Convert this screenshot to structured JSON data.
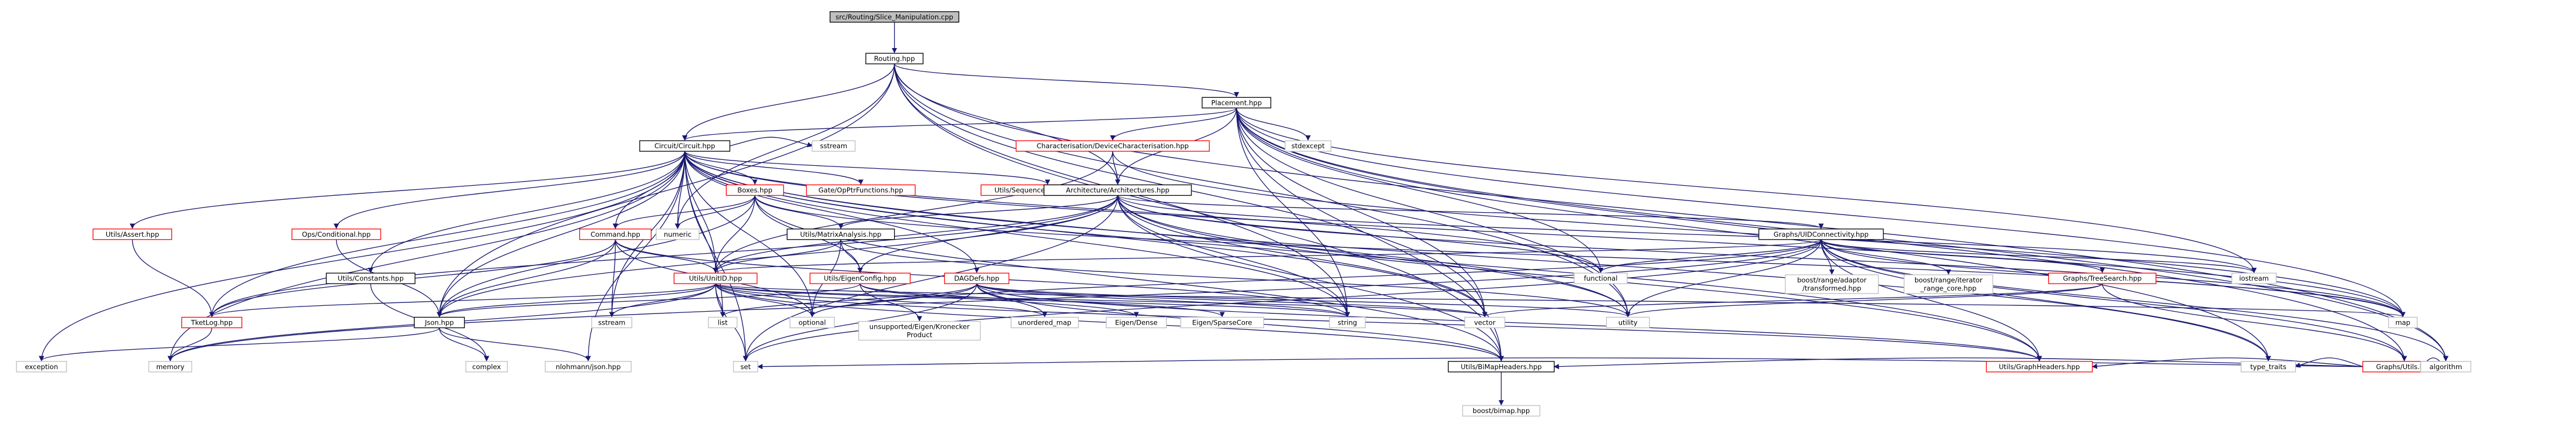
{
  "diagram": {
    "type": "include-dependency-graph",
    "colors": {
      "edge": "#191970",
      "node_border": "#000000",
      "node_fill": "#ffffff",
      "root_fill": "#bfbfbf",
      "truncated_border": "#ff0000",
      "system_border": "#bfbfbf"
    },
    "nodes": [
      {
        "id": "root",
        "label": "src/Routing/Slice_Manipulation.cpp",
        "kind": "root"
      },
      {
        "id": "routing",
        "label": "Routing.hpp",
        "kind": "normal"
      },
      {
        "id": "placement",
        "label": "Placement.hpp",
        "kind": "normal"
      },
      {
        "id": "circuit",
        "label": "Circuit/Circuit.hpp",
        "kind": "normal"
      },
      {
        "id": "charact",
        "label": "Characterisation/DeviceCharacterisation.hpp",
        "kind": "truncated"
      },
      {
        "id": "stdexcept",
        "label": "stdexcept",
        "kind": "system"
      },
      {
        "id": "gatesptr",
        "label": "Gate/OpPtrFunctions.hpp",
        "kind": "truncated"
      },
      {
        "id": "seqcont",
        "label": "Utils/SequencedContainers.hpp",
        "kind": "truncated"
      },
      {
        "id": "boxes",
        "label": "Boxes.hpp",
        "kind": "truncated"
      },
      {
        "id": "sstream_top",
        "label": "sstream",
        "kind": "system"
      },
      {
        "id": "arch",
        "label": "Architecture/Architectures.hpp",
        "kind": "normal"
      },
      {
        "id": "utilsassert",
        "label": "Utils/Assert.hpp",
        "kind": "truncated"
      },
      {
        "id": "numeric",
        "label": "numeric",
        "kind": "system"
      },
      {
        "id": "opscond",
        "label": "Ops/Conditional.hpp",
        "kind": "truncated"
      },
      {
        "id": "command",
        "label": "Command.hpp",
        "kind": "truncated"
      },
      {
        "id": "matrix",
        "label": "Utils/MatrixAnalysis.hpp",
        "kind": "normal"
      },
      {
        "id": "uidconn",
        "label": "Graphs/UIDConnectivity.hpp",
        "kind": "normal"
      },
      {
        "id": "constants",
        "label": "Utils/Constants.hpp",
        "kind": "normal"
      },
      {
        "id": "unitid",
        "label": "Utils/UnitID.hpp",
        "kind": "truncated"
      },
      {
        "id": "eigencfg",
        "label": "Utils/EigenConfig.hpp",
        "kind": "truncated"
      },
      {
        "id": "dagdefs",
        "label": "DAGDefs.hpp",
        "kind": "truncated"
      },
      {
        "id": "functional",
        "label": "functional",
        "kind": "system"
      },
      {
        "id": "boostadaptor",
        "label": "boost/range/adaptor\n/transformed.hpp",
        "kind": "system"
      },
      {
        "id": "boostiter",
        "label": "boost/range/iterator\n_range_core.hpp",
        "kind": "system"
      },
      {
        "id": "treesearch",
        "label": "Graphs/TreeSearch.hpp",
        "kind": "truncated"
      },
      {
        "id": "iostream",
        "label": "iostream",
        "kind": "system"
      },
      {
        "id": "tketlog",
        "label": "TketLog.hpp",
        "kind": "truncated"
      },
      {
        "id": "json",
        "label": "Json.hpp",
        "kind": "normal"
      },
      {
        "id": "list",
        "label": "list",
        "kind": "system"
      },
      {
        "id": "sstream",
        "label": "sstream",
        "kind": "system"
      },
      {
        "id": "optional",
        "label": "optional",
        "kind": "system"
      },
      {
        "id": "unsupported",
        "label": "unsupported/Eigen/Kronecker\nProduct",
        "kind": "system"
      },
      {
        "id": "unordered",
        "label": "unordered_map",
        "kind": "system"
      },
      {
        "id": "eigendense",
        "label": "Eigen/Dense",
        "kind": "system"
      },
      {
        "id": "eigensparse",
        "label": "Eigen/SparseCore",
        "kind": "system"
      },
      {
        "id": "string",
        "label": "string",
        "kind": "system"
      },
      {
        "id": "vector",
        "label": "vector",
        "kind": "system"
      },
      {
        "id": "utility",
        "label": "utility",
        "kind": "system"
      },
      {
        "id": "map",
        "label": "map",
        "kind": "system"
      },
      {
        "id": "graphsutils",
        "label": "Graphs/Utils.hpp",
        "kind": "truncated"
      },
      {
        "id": "exception",
        "label": "exception",
        "kind": "system"
      },
      {
        "id": "memory",
        "label": "memory",
        "kind": "system"
      },
      {
        "id": "complex",
        "label": "complex",
        "kind": "system"
      },
      {
        "id": "nlohmann",
        "label": "nlohmann/json.hpp",
        "kind": "system"
      },
      {
        "id": "set",
        "label": "set",
        "kind": "system"
      },
      {
        "id": "bimap",
        "label": "Utils/BiMapHeaders.hpp",
        "kind": "normal"
      },
      {
        "id": "graphheaders",
        "label": "Utils/GraphHeaders.hpp",
        "kind": "truncated"
      },
      {
        "id": "typetraits",
        "label": "type_traits",
        "kind": "system"
      },
      {
        "id": "algorithm",
        "label": "algorithm",
        "kind": "system"
      },
      {
        "id": "boostbimap",
        "label": "boost/bimap.hpp",
        "kind": "system"
      }
    ],
    "edges": [
      [
        "root",
        "routing"
      ],
      [
        "routing",
        "placement"
      ],
      [
        "routing",
        "circuit"
      ],
      [
        "routing",
        "arch"
      ],
      [
        "routing",
        "json"
      ],
      [
        "routing",
        "bimap"
      ],
      [
        "routing",
        "numeric"
      ],
      [
        "routing",
        "string"
      ],
      [
        "routing",
        "vector"
      ],
      [
        "routing",
        "utility"
      ],
      [
        "routing",
        "algorithm"
      ],
      [
        "placement",
        "circuit"
      ],
      [
        "placement",
        "charact"
      ],
      [
        "placement",
        "arch"
      ],
      [
        "placement",
        "stdexcept"
      ],
      [
        "placement",
        "graphsutils"
      ],
      [
        "placement",
        "bimap"
      ],
      [
        "placement",
        "iostream"
      ],
      [
        "placement",
        "map"
      ],
      [
        "placement",
        "typetraits"
      ],
      [
        "placement",
        "algorithm"
      ],
      [
        "placement",
        "string"
      ],
      [
        "placement",
        "vector"
      ],
      [
        "placement",
        "utility"
      ],
      [
        "placement",
        "functional"
      ],
      [
        "circuit",
        "gatesptr"
      ],
      [
        "circuit",
        "seqcont"
      ],
      [
        "circuit",
        "boxes"
      ],
      [
        "circuit",
        "sstream_top"
      ],
      [
        "circuit",
        "utilsassert"
      ],
      [
        "circuit",
        "opscond"
      ],
      [
        "circuit",
        "command"
      ],
      [
        "circuit",
        "constants"
      ],
      [
        "circuit",
        "unitid"
      ],
      [
        "circuit",
        "dagdefs"
      ],
      [
        "circuit",
        "tketlog"
      ],
      [
        "circuit",
        "json"
      ],
      [
        "circuit",
        "list"
      ],
      [
        "circuit",
        "sstream"
      ],
      [
        "circuit",
        "optional"
      ],
      [
        "circuit",
        "string"
      ],
      [
        "circuit",
        "vector"
      ],
      [
        "circuit",
        "exception"
      ],
      [
        "circuit",
        "memory"
      ],
      [
        "circuit",
        "set"
      ],
      [
        "circuit",
        "functional"
      ],
      [
        "circuit",
        "map"
      ],
      [
        "circuit",
        "typetraits"
      ],
      [
        "circuit",
        "graphheaders"
      ],
      [
        "circuit",
        "numeric"
      ],
      [
        "circuit",
        "nlohmann"
      ],
      [
        "circuit",
        "utility"
      ],
      [
        "charact",
        "arch"
      ],
      [
        "charact",
        "map"
      ],
      [
        "charact",
        "unitid"
      ],
      [
        "boxes",
        "numeric"
      ],
      [
        "boxes",
        "command"
      ],
      [
        "boxes",
        "matrix"
      ],
      [
        "boxes",
        "unitid"
      ],
      [
        "boxes",
        "eigencfg"
      ],
      [
        "boxes",
        "json"
      ],
      [
        "boxes",
        "bimap"
      ],
      [
        "boxes",
        "map"
      ],
      [
        "arch",
        "matrix"
      ],
      [
        "arch",
        "uidconn"
      ],
      [
        "arch",
        "unitid"
      ],
      [
        "arch",
        "eigencfg"
      ],
      [
        "arch",
        "json"
      ],
      [
        "arch",
        "iostream"
      ],
      [
        "arch",
        "string"
      ],
      [
        "arch",
        "vector"
      ],
      [
        "arch",
        "utility"
      ],
      [
        "arch",
        "set"
      ],
      [
        "arch",
        "bimap"
      ],
      [
        "arch",
        "map"
      ],
      [
        "arch",
        "tketlog"
      ],
      [
        "arch",
        "functional"
      ],
      [
        "arch",
        "graphheaders"
      ],
      [
        "utilsassert",
        "tketlog"
      ],
      [
        "opscond",
        "json"
      ],
      [
        "command",
        "unitid"
      ],
      [
        "command",
        "tketlog"
      ],
      [
        "command",
        "optional"
      ],
      [
        "command",
        "sstream"
      ],
      [
        "command",
        "string"
      ],
      [
        "command",
        "json"
      ],
      [
        "matrix",
        "eigencfg"
      ],
      [
        "matrix",
        "unitid"
      ],
      [
        "matrix",
        "utility"
      ],
      [
        "matrix",
        "optional"
      ],
      [
        "uidconn",
        "unitid"
      ],
      [
        "uidconn",
        "functional"
      ],
      [
        "uidconn",
        "boostadaptor"
      ],
      [
        "uidconn",
        "boostiter"
      ],
      [
        "uidconn",
        "treesearch"
      ],
      [
        "uidconn",
        "iostream"
      ],
      [
        "uidconn",
        "graphsutils"
      ],
      [
        "uidconn",
        "graphheaders"
      ],
      [
        "uidconn",
        "map"
      ],
      [
        "uidconn",
        "set"
      ],
      [
        "uidconn",
        "typetraits"
      ],
      [
        "uidconn",
        "algorithm"
      ],
      [
        "uidconn",
        "optional"
      ],
      [
        "uidconn",
        "memory"
      ],
      [
        "uidconn",
        "utility"
      ],
      [
        "constants",
        "complex"
      ],
      [
        "unitid",
        "json"
      ],
      [
        "unitid",
        "tketlog"
      ],
      [
        "unitid",
        "list"
      ],
      [
        "unitid",
        "sstream"
      ],
      [
        "unitid",
        "optional"
      ],
      [
        "unitid",
        "unordered"
      ],
      [
        "unitid",
        "string"
      ],
      [
        "unitid",
        "vector"
      ],
      [
        "unitid",
        "bimap"
      ],
      [
        "unitid",
        "set"
      ],
      [
        "unitid",
        "map"
      ],
      [
        "unitid",
        "graphheaders"
      ],
      [
        "unitid",
        "memory"
      ],
      [
        "eigencfg",
        "unsupported"
      ],
      [
        "eigencfg",
        "eigendense"
      ],
      [
        "eigencfg",
        "eigensparse"
      ],
      [
        "eigencfg",
        "json"
      ],
      [
        "dagdefs",
        "list"
      ],
      [
        "dagdefs",
        "optional"
      ],
      [
        "dagdefs",
        "unordered"
      ],
      [
        "dagdefs",
        "vector"
      ],
      [
        "dagdefs",
        "set"
      ],
      [
        "dagdefs",
        "string"
      ],
      [
        "dagdefs",
        "utility"
      ],
      [
        "dagdefs",
        "graphheaders"
      ],
      [
        "dagdefs",
        "bimap"
      ],
      [
        "treesearch",
        "graphsutils"
      ],
      [
        "treesearch",
        "vector"
      ],
      [
        "treesearch",
        "utility"
      ],
      [
        "graphsutils",
        "set"
      ],
      [
        "graphsutils",
        "bimap"
      ],
      [
        "graphsutils",
        "graphheaders"
      ],
      [
        "graphsutils",
        "typetraits"
      ],
      [
        "graphsutils",
        "algorithm"
      ],
      [
        "tketlog",
        "memory"
      ],
      [
        "json",
        "exception"
      ],
      [
        "json",
        "complex"
      ],
      [
        "json",
        "nlohmann"
      ],
      [
        "bimap",
        "boostbimap"
      ]
    ]
  }
}
